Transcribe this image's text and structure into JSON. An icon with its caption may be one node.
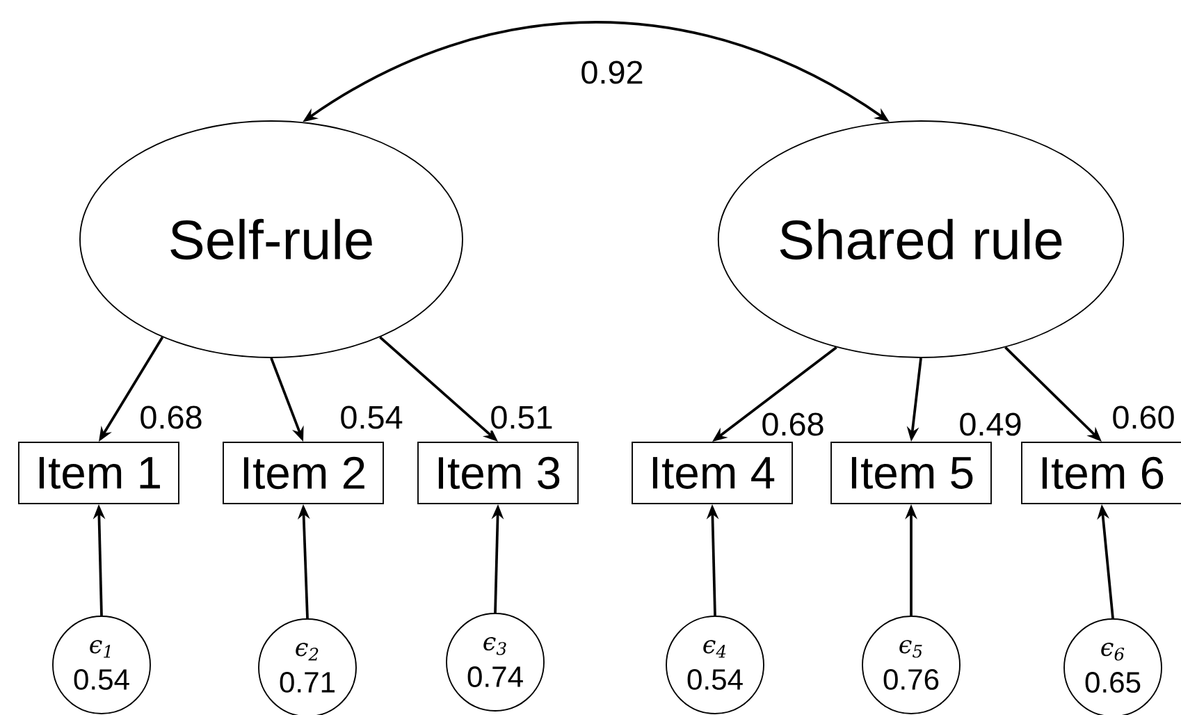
{
  "diagram": {
    "nodes": [
      {
        "text": [
          "Self-rule"
        ]
      },
      {
        "text": [
          "Shared rule"
        ]
      },
      {
        "text": [
          "Item 1"
        ]
      },
      {
        "text": [
          "Item 2"
        ]
      },
      {
        "text": [
          "Item 3"
        ]
      },
      {
        "text": [
          "Item 4"
        ]
      },
      {
        "text": [
          "Item 5"
        ]
      },
      {
        "text": [
          "Item 6"
        ]
      },
      {
        "text": [
          "ϵ$_{1}$",
          "0.54"
        ]
      },
      {
        "text": [
          "ϵ$_{2}$",
          "0.71"
        ]
      },
      {
        "text": [
          "ϵ$_{3}$",
          "0.74"
        ]
      },
      {
        "text": [
          "ϵ$_{4}$",
          "0.54"
        ]
      },
      {
        "text": [
          "ϵ$_{5}$",
          "0.76"
        ]
      },
      {
        "text": [
          "ϵ$_{6}$",
          "0.65"
        ]
      }
    ],
    "edges": [
      {
        "from": 0,
        "to": 1,
        "arrow": "both",
        "label": "0.92"
      },
      {
        "from": 0,
        "to": 2,
        "arrow": "to",
        "label": "0.68"
      },
      {
        "from": 0,
        "to": 3,
        "arrow": "to",
        "label": "0.54"
      },
      {
        "from": 0,
        "to": 4,
        "arrow": "to",
        "label": "0.51"
      },
      {
        "from": 1,
        "to": 5,
        "arrow": "to",
        "label": "0.68"
      },
      {
        "from": 1,
        "to": 6,
        "arrow": "to",
        "label": "0.49"
      },
      {
        "from": 1,
        "to": 7,
        "arrow": "to",
        "label": "0.60"
      },
      {
        "from": 8,
        "to": 2,
        "arrow": "to"
      },
      {
        "from": 9,
        "to": 3,
        "arrow": "to"
      },
      {
        "from": 10,
        "to": 4,
        "arrow": "to"
      },
      {
        "from": 11,
        "to": 5,
        "arrow": "to"
      },
      {
        "from": 12,
        "to": 6,
        "arrow": "to"
      },
      {
        "from": 13,
        "to": 7,
        "arrow": "to"
      }
    ]
  }
}
